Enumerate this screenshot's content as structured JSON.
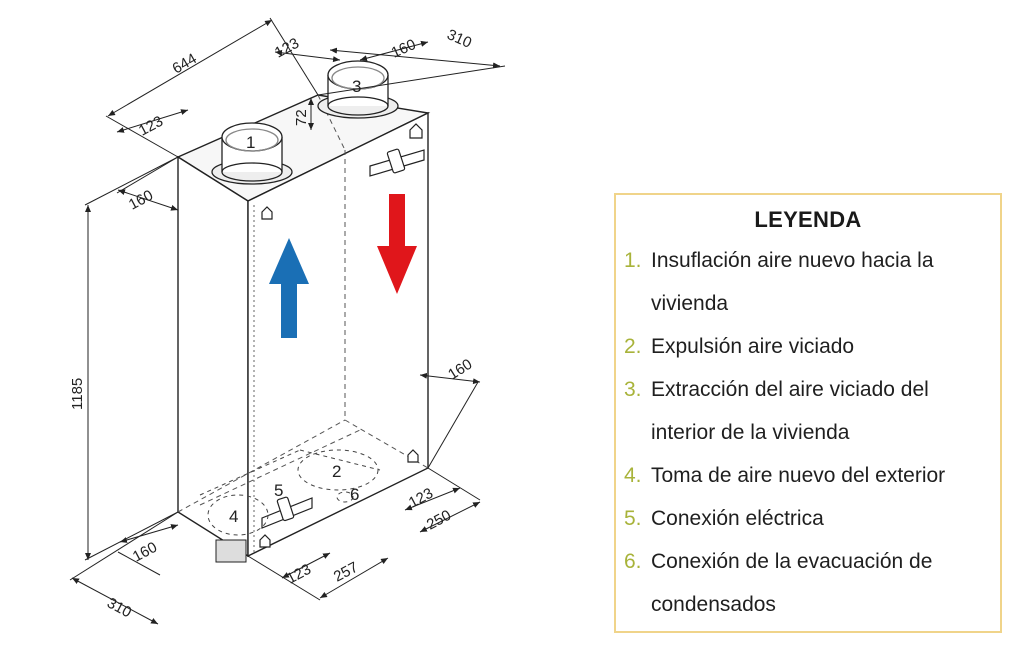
{
  "diagram": {
    "dimensions": {
      "d644": "644",
      "d123_top": "123",
      "d160_top": "160",
      "d310_top": "310",
      "d123_left": "123",
      "d72": "72",
      "d160_left": "160",
      "d1185": "1185",
      "d160_right": "160",
      "d123_right": "123",
      "d250": "250",
      "d160_bottom": "160",
      "d123_bottom": "123",
      "d257": "257",
      "d310_bottom": "310"
    },
    "labels": {
      "n1": "1",
      "n2": "2",
      "n3": "3",
      "n4": "4",
      "n5": "5",
      "n6": "6"
    },
    "arrows": {
      "up_color": "#1a6fb5",
      "down_color": "#e0161b"
    }
  },
  "legend": {
    "title": "LEYENDA",
    "accent_color": "#a8b33a",
    "border_color": "#f0d48a",
    "items": [
      {
        "num": "1.",
        "text": "Insuflación aire nuevo hacia la vivienda"
      },
      {
        "num": "2.",
        "text": "Expulsión aire viciado"
      },
      {
        "num": "3.",
        "text": "Extracción del aire viciado del interior de la vivienda"
      },
      {
        "num": "4.",
        "text": "Toma de aire nuevo del exterior"
      },
      {
        "num": "5.",
        "text": "Conexión eléctrica"
      },
      {
        "num": "6.",
        "text": "Conexión de la evacuación de condensados"
      }
    ]
  }
}
